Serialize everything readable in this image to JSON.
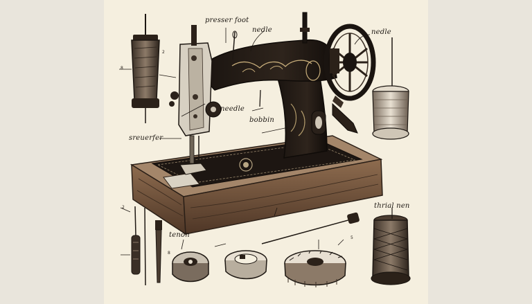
{
  "labels": {
    "presser_foot": "presser foot",
    "needle_top": "nedle",
    "needle_right": "nedle",
    "needle_mid": "needle",
    "bobbin": "bobbin",
    "stealer": "sreuerfer",
    "thread_pen": "thrial nen",
    "tenon": "tenon"
  },
  "callout_numbers": {
    "n1": "2",
    "n2": "8",
    "n3": "2",
    "n4": "5",
    "n5": "8"
  },
  "colors": {
    "background": "#e9e5dc",
    "paper": "#f5efdf",
    "ink": "#1c1712",
    "wood": "#7a5a40"
  }
}
